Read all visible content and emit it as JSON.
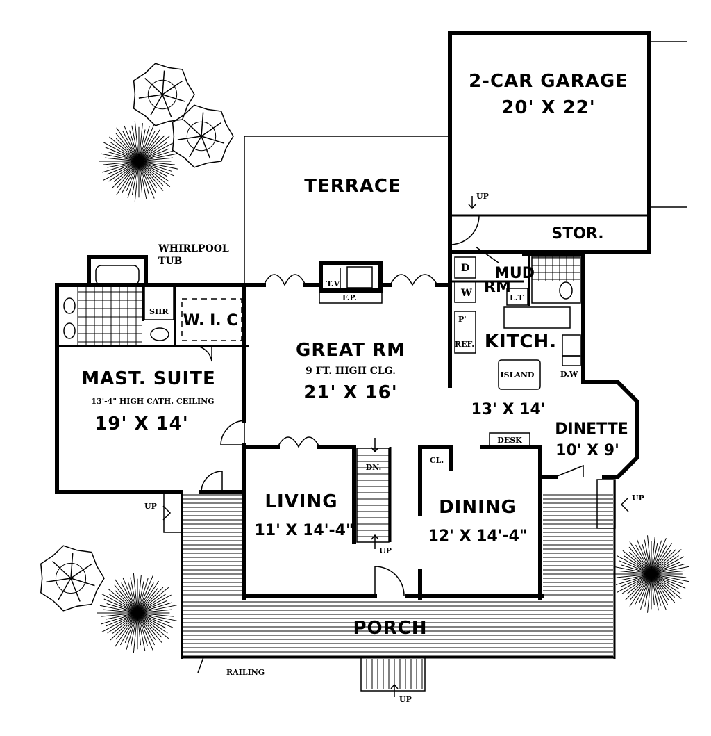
{
  "rooms": {
    "garage": {
      "name": "2-CAR GARAGE",
      "size": "20' X 22'"
    },
    "stor": "STOR.",
    "terrace": "TERRACE",
    "whirlpool": [
      "WHIRLPOOL",
      "TUB"
    ],
    "shr": "SHR",
    "wic": "W. I. C",
    "mast_suite": {
      "name": "MAST. SUITE",
      "note": "13'-4\" HIGH CATH. CEILING",
      "size": "19' X 14'"
    },
    "great_rm": {
      "name": "GREAT RM",
      "note": "9 FT. HIGH CLG.",
      "size": "21' X 16'"
    },
    "tv": "T.V",
    "fp": "F.P.",
    "mud_rm": [
      "MUD",
      "RM"
    ],
    "d": "D",
    "w": "W",
    "lt": "L.T",
    "p": "P'",
    "ref": "REF.",
    "kitch": {
      "name": "KITCH.",
      "island": "ISLAND",
      "size": "13' X 14'"
    },
    "dw": "D.W",
    "dinette": {
      "name": "DINETTE",
      "size": "10' X 9'"
    },
    "desk": "DESK",
    "cl": "CL.",
    "dn": "DN.",
    "living": {
      "name": "LIVING",
      "size": "11' X 14'-4\""
    },
    "dining": {
      "name": "DINING",
      "size": "12' X 14'-4\""
    },
    "porch": "PORCH",
    "railing": "RAILING",
    "up": "UP"
  }
}
